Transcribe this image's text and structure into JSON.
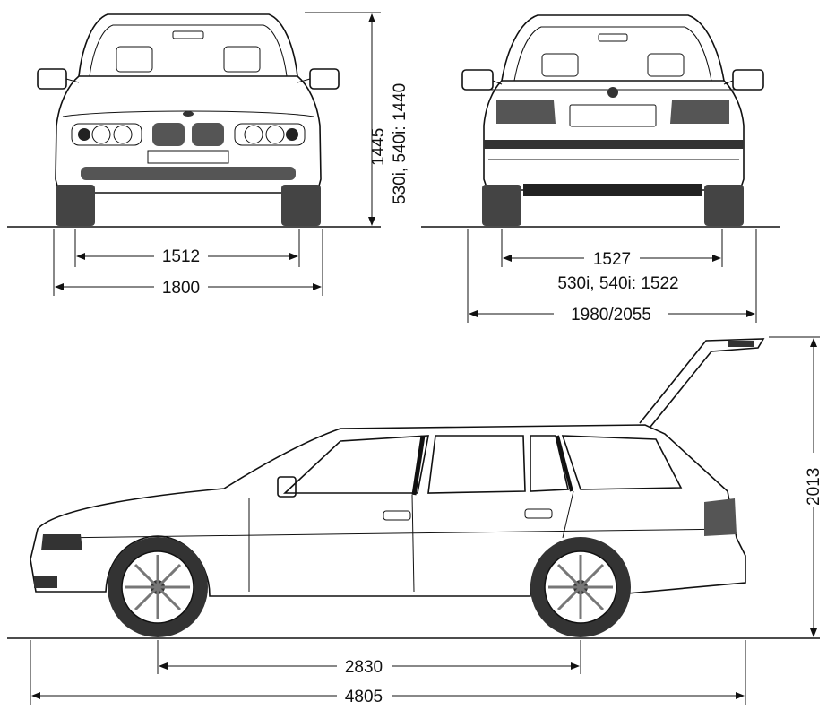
{
  "front": {
    "height": "1445",
    "height_variant": "530i, 540i: 1440",
    "track": "1512",
    "width": "1800"
  },
  "rear": {
    "track": "1527",
    "track_variant": "530i, 540i: 1522",
    "width": "1980/2055"
  },
  "side": {
    "height_open_tailgate": "2013",
    "wheelbase": "2830",
    "length": "4805"
  }
}
